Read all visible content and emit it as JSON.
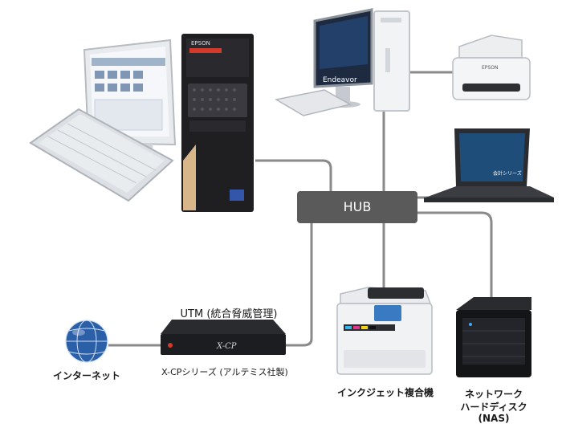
{
  "hub": {
    "label": "HUB"
  },
  "devices": {
    "utm_title": "UTM (統合脅威管理)",
    "utm_caption": "X-CPシリーズ (アルテミス社製)",
    "utm_device_text": "X-CP",
    "internet": "インターネット",
    "printer": "インクジェット複合機",
    "nas_line1": "ネットワーク",
    "nas_line2": "ハードディスク",
    "nas_line3": "(NAS)",
    "desktop_brand": "Endeavor",
    "server_brand": "EPSON",
    "scanner_brand": "EPSON",
    "laptop_screen": "会計シリーズ"
  },
  "colors": {
    "line": "#888888",
    "hub": "#5a5a5a",
    "server_accent": "#d23a2a",
    "globe": "#2b5fa8"
  }
}
